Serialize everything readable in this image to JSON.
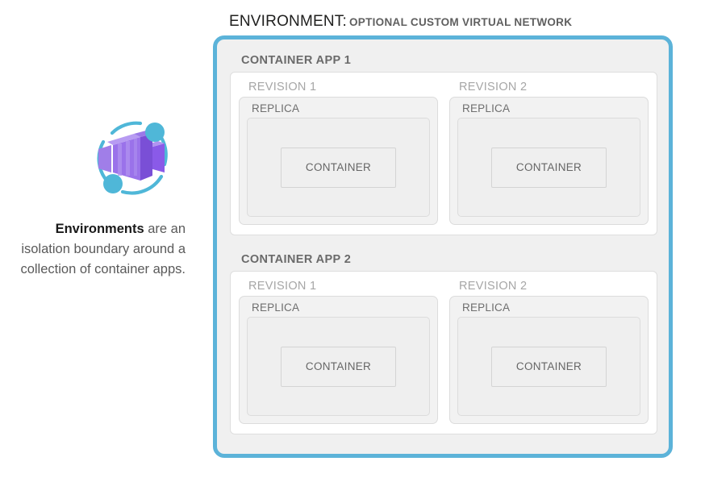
{
  "title": {
    "main": "ENVIRONMENT:",
    "subtitle": "OPTIONAL CUSTOM VIRTUAL NETWORK"
  },
  "caption": {
    "lead": "Environments",
    "rest": " are an isolation boundary around a collection of container apps."
  },
  "logo": {
    "name": "azure-container-apps-logo",
    "purple_light": "#a07ee8",
    "purple_mid": "#8b5cf0",
    "purple_dark": "#7a4fd6",
    "accent_cyan": "#4fb7d8"
  },
  "colors": {
    "environment_border": "#5cb3d9",
    "environment_fill": "#f0f0f0",
    "app_fill": "#ffffff",
    "revision_fill": "#f2f2f2",
    "replica_fill": "#efefef",
    "container_fill": "#efefef",
    "box_border": "#dcdcdc"
  },
  "apps": [
    {
      "label": "CONTAINER APP 1",
      "revisions": [
        {
          "label": "REVISION 1",
          "replica_label": "REPLICA",
          "container_label": "CONTAINER"
        },
        {
          "label": "REVISION 2",
          "replica_label": "REPLICA",
          "container_label": "CONTAINER"
        }
      ]
    },
    {
      "label": "CONTAINER APP 2",
      "revisions": [
        {
          "label": "REVISION 1",
          "replica_label": "REPLICA",
          "container_label": "CONTAINER"
        },
        {
          "label": "REVISION 2",
          "replica_label": "REPLICA",
          "container_label": "CONTAINER"
        }
      ]
    }
  ]
}
